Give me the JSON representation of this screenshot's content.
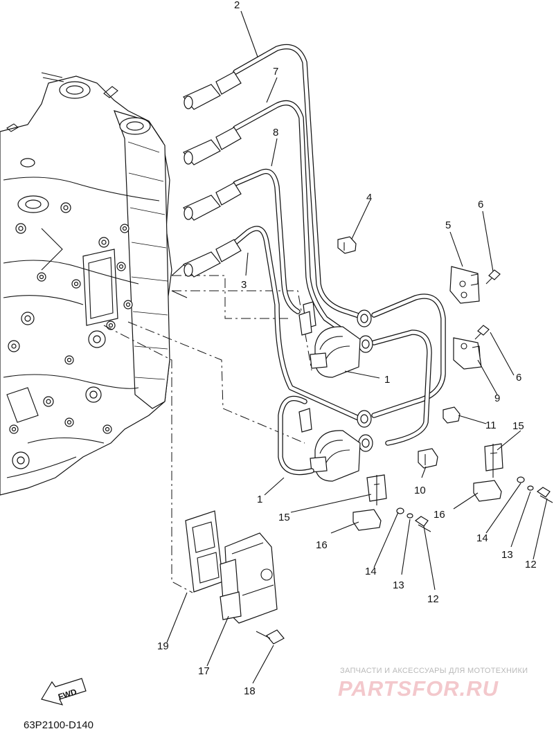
{
  "diagram_code": "63P2100-D140",
  "fwd_label": "FWD",
  "watermark": {
    "subtitle": "ЗАПЧАСТИ И АКСЕССУАРЫ ДЛЯ МОТОТЕХНИКИ",
    "logo": "PARTSFOR.RU"
  },
  "callouts": {
    "c2": "2",
    "c7": "7",
    "c8": "8",
    "c3": "3",
    "c4": "4",
    "c5": "5",
    "c6a": "6",
    "c6b": "6",
    "c9": "9",
    "c1a": "1",
    "c1b": "1",
    "c11": "11",
    "c10": "10",
    "c15a": "15",
    "c15b": "15",
    "c16a": "16",
    "c16b": "16",
    "c14a": "14",
    "c14b": "14",
    "c13a": "13",
    "c13b": "13",
    "c12a": "12",
    "c12b": "12",
    "c19": "19",
    "c17": "17",
    "c18": "18"
  },
  "colors": {
    "line": "#111111",
    "background": "#ffffff",
    "watermark_logo": "#f3c8cc",
    "watermark_text": "#b9b9b9"
  }
}
